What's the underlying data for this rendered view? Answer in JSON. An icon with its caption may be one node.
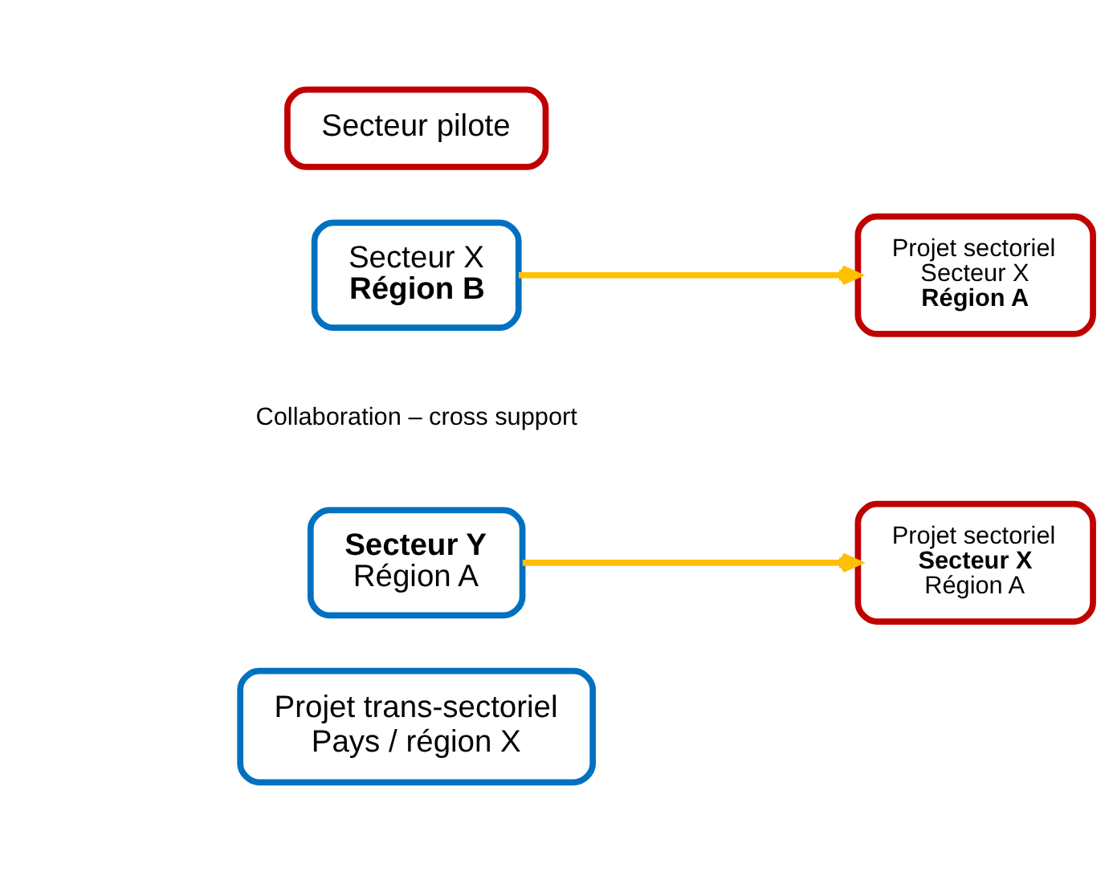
{
  "diagram": {
    "nodes": [
      {
        "text": [
          "Secteur pilote"
        ]
      },
      {
        "text": [
          "Projet trans-sectoriel",
          "Pays / région X"
        ]
      },
      {
        "text": [
          "Secteur X",
          "**Région B**"
        ]
      },
      {
        "text": [
          "Projet sectoriel",
          "Secteur X",
          "**Région A**"
        ]
      },
      {
        "text": [
          "**Secteur Y**",
          "Région A"
        ]
      },
      {
        "text": [
          "Projet sectoriel",
          "**Secteur X**",
          "Région A"
        ]
      }
    ],
    "edges": [
      {
        "from": 2,
        "to": 3,
        "arrow": "to"
      },
      {
        "from": 4,
        "to": 5,
        "arrow": "to"
      }
    ],
    "labels": [
      "Collaboration – cross support"
    ]
  }
}
